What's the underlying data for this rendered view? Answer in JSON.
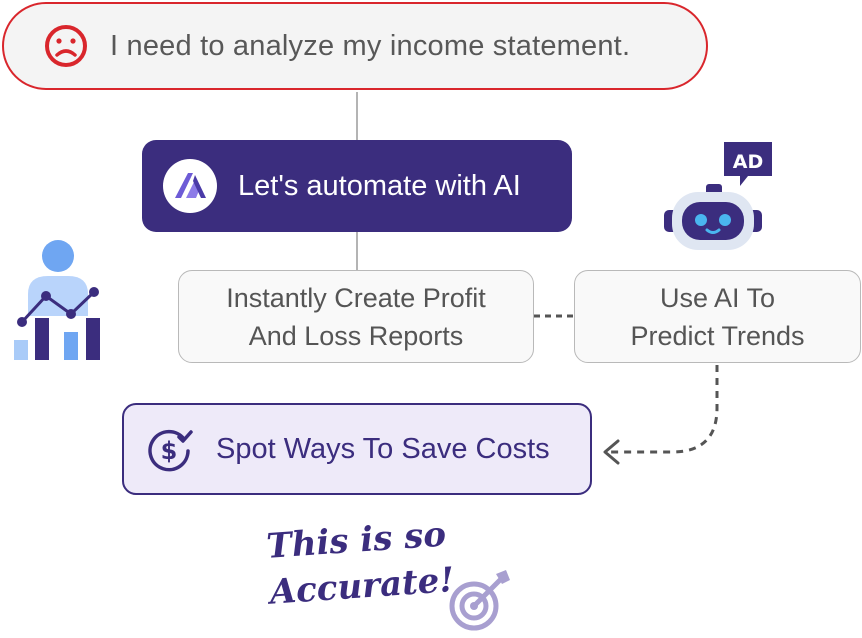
{
  "problem": {
    "text": "I need to analyze my income statement.",
    "icon": "sad-face-icon",
    "color": "#d9262c"
  },
  "automate": {
    "text": "Let's automate with AI",
    "icon": "ai-logo-icon",
    "color": "#3b2d7e"
  },
  "features": {
    "reports": {
      "line1": "Instantly Create Profit",
      "line2": "And Loss Reports"
    },
    "trends": {
      "line1": "Use AI To",
      "line2": "Predict Trends"
    }
  },
  "save": {
    "text": "Spot Ways To Save Costs",
    "icon": "dollar-check-icon"
  },
  "robot": {
    "badge": "AD",
    "icon": "robot-icon"
  },
  "illustration": {
    "icon": "person-chart-icon"
  },
  "note": {
    "line1": "This is so",
    "line2": "Accurate!",
    "icon": "target-icon"
  }
}
